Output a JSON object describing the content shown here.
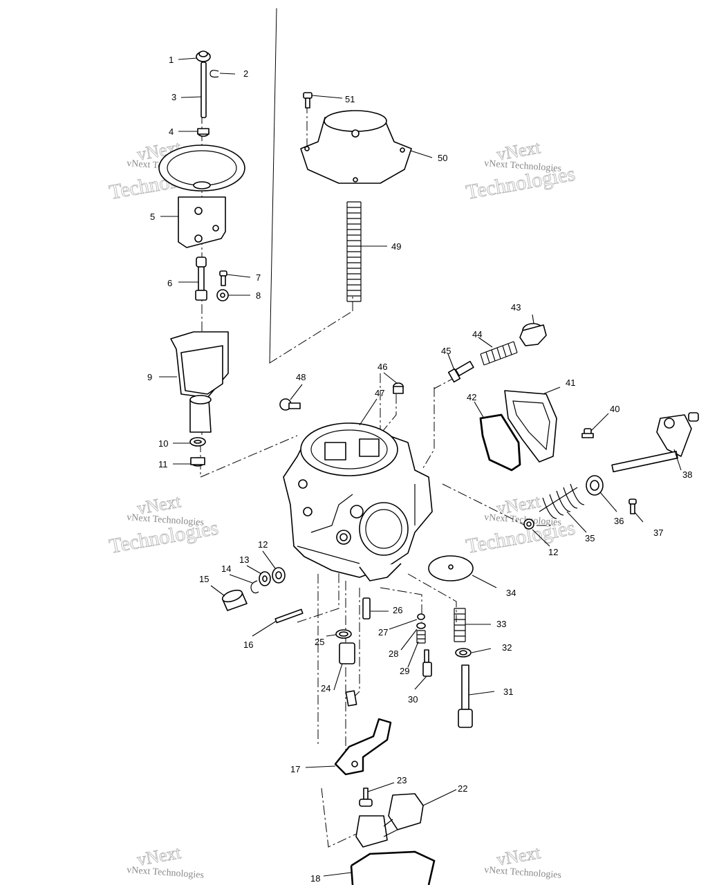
{
  "watermark": {
    "line1": "vNext",
    "line2": "Technologies",
    "small": "vNext Technologies"
  },
  "callouts": [
    "1",
    "2",
    "3",
    "4",
    "5",
    "6",
    "7",
    "8",
    "9",
    "10",
    "11",
    "12",
    "12",
    "13",
    "14",
    "15",
    "16",
    "17",
    "18",
    "22",
    "23",
    "24",
    "25",
    "26",
    "27",
    "28",
    "29",
    "30",
    "31",
    "32",
    "33",
    "34",
    "35",
    "36",
    "37",
    "38",
    "40",
    "41",
    "42",
    "43",
    "44",
    "45",
    "46",
    "47",
    "48",
    "49",
    "50",
    "51"
  ]
}
